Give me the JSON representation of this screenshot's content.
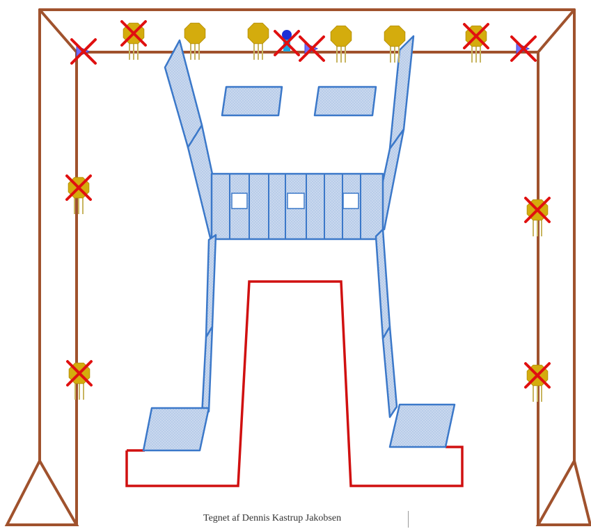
{
  "caption": "Tegnet af Dennis Kastrup Jakobsen",
  "colors": {
    "truss": "#a0522d",
    "panel_fill": "#c9d8ee",
    "panel_stroke": "#3b78c9",
    "stage_outline": "#d01010",
    "fixture": "#d4ac0d",
    "fixture_legs": "#c8b560",
    "disabled_mark": "#e01010",
    "blinder": "#6f6fff"
  },
  "fixtures": [
    {
      "id": "top-1",
      "disabled": true,
      "kind": "par"
    },
    {
      "id": "top-2",
      "disabled": false,
      "kind": "par"
    },
    {
      "id": "top-3",
      "disabled": false,
      "kind": "par"
    },
    {
      "id": "top-4",
      "disabled": false,
      "kind": "par"
    },
    {
      "id": "top-5",
      "disabled": false,
      "kind": "par"
    },
    {
      "id": "top-6",
      "disabled": true,
      "kind": "par"
    },
    {
      "id": "left-1",
      "disabled": true,
      "kind": "par"
    },
    {
      "id": "left-2",
      "disabled": true,
      "kind": "par"
    },
    {
      "id": "right-1",
      "disabled": true,
      "kind": "par"
    },
    {
      "id": "right-2",
      "disabled": true,
      "kind": "par"
    },
    {
      "id": "corner-left",
      "disabled": true,
      "kind": "blinder"
    },
    {
      "id": "corner-right",
      "disabled": true,
      "kind": "blinder"
    },
    {
      "id": "center-1",
      "disabled": true,
      "kind": "moving-head"
    },
    {
      "id": "center-2",
      "disabled": true,
      "kind": "blinder"
    }
  ]
}
